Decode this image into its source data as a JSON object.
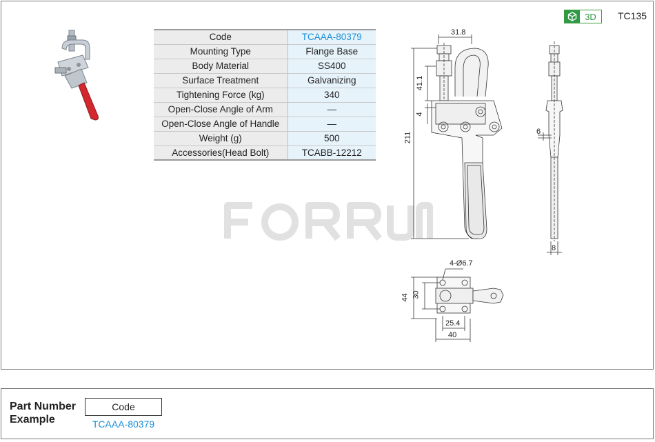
{
  "header": {
    "badge_3d_label": "3D",
    "badge_3d_icon": "cube-icon",
    "series": "TC135"
  },
  "spec_table": {
    "rows": [
      {
        "key": "Code",
        "value": "TCAAA-80379"
      },
      {
        "key": "Mounting Type",
        "value": "Flange Base"
      },
      {
        "key": "Body Material",
        "value": "SS400"
      },
      {
        "key": "Surface Treatment",
        "value": "Galvanizing"
      },
      {
        "key": "Tightening Force (kg)",
        "value": "340"
      },
      {
        "key": "Open-Close Angle of Arm",
        "value": "—"
      },
      {
        "key": "Open-Close  Angle of Handle",
        "value": "—"
      },
      {
        "key": "Weight (g)",
        "value": "500"
      },
      {
        "key": "Accessories(Head Bolt)",
        "value": "TCABB-12212"
      }
    ]
  },
  "watermark": "FORRUM",
  "dimensions": {
    "front_top_width": "31.8",
    "front_height_upper": "41.1",
    "front_gap": "4",
    "front_total_height": "211",
    "side_width_small": "6",
    "side_width_bottom": "8",
    "base_holes": "4-Ø6.7",
    "base_height_outer": "44",
    "base_height_inner": "30",
    "base_width_inner": "25.4",
    "base_width_outer": "40"
  },
  "part_number": {
    "label_line1": "Part Number",
    "label_line2": "Example",
    "code_header": "Code",
    "code_value": "TCAAA-80379"
  },
  "colors": {
    "accent_blue": "#1a8ed6",
    "badge_green": "#2f9a45",
    "handle_red": "#d2282e"
  }
}
